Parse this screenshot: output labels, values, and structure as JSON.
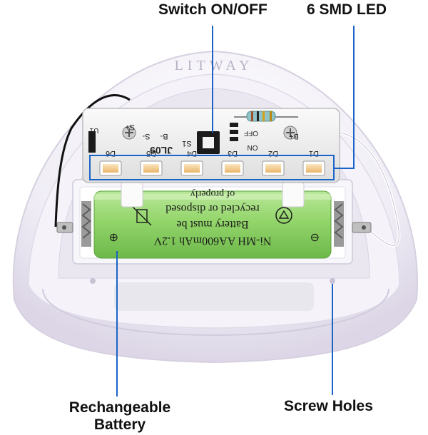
{
  "callouts": {
    "switch": "Switch ON/OFF",
    "led": "6 SMD LED",
    "battery_line1": "Rechangeable",
    "battery_line2": "Battery",
    "screw": "Screw Holes"
  },
  "housing": {
    "brand": "LITWAY"
  },
  "pcb": {
    "model": "JL09",
    "s_plus": "S+",
    "s_minus": "S-",
    "b_minus": "B-",
    "b_plus": "B+",
    "s1": "S1",
    "u1": "U1",
    "off": "OFF",
    "on": "ON",
    "led_labels": [
      "D6",
      "D5",
      "D4",
      "D3",
      "D2",
      "D1"
    ]
  },
  "battery": {
    "lines": [
      "Ni-MH  AA600mAh  1.2V",
      "Battery must be",
      "recycled or disposed",
      "of properly"
    ],
    "minus": "⊖",
    "plus": "⊕"
  },
  "colors": {
    "housing": "#eeeaf4",
    "pcb": "#f2f2f2",
    "battery": "#92d36a",
    "led": "#f2c98a",
    "callout_line": "#1a64c8"
  }
}
